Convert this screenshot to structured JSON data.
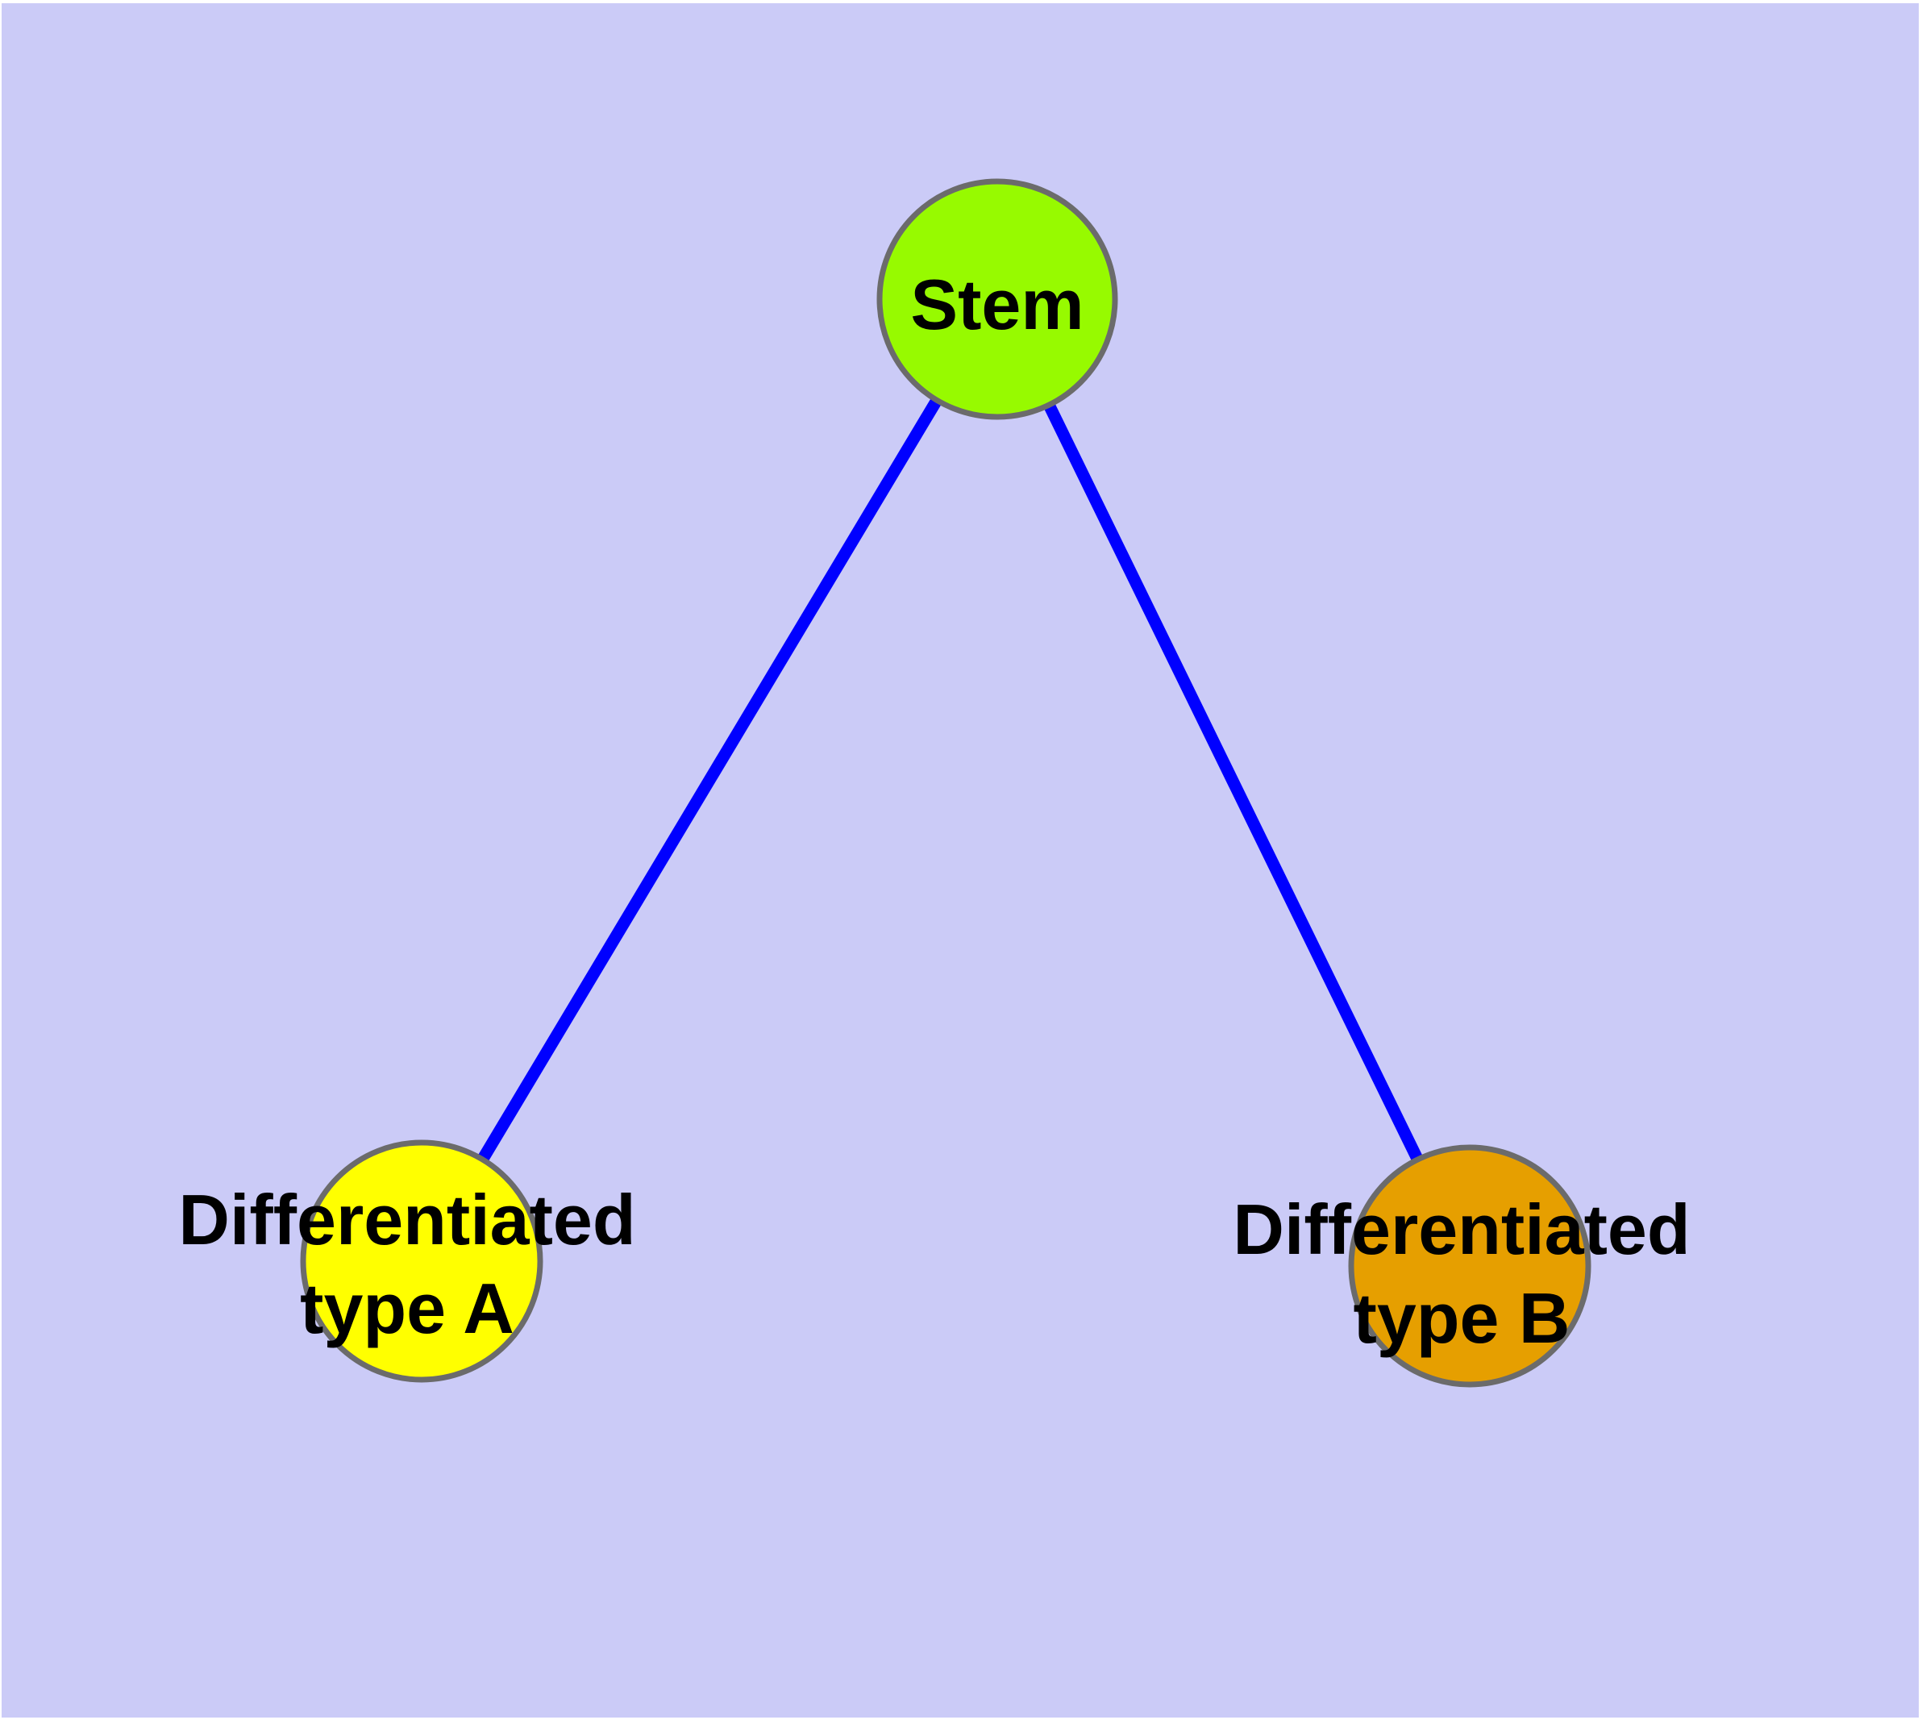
{
  "figure": {
    "panel_color": "#CBCBF7",
    "margin_color": "#FFFFFF",
    "edge_color": "#0000FF",
    "node_border_color": "#6B6B6B",
    "label_color": "#000000",
    "nodes": [
      {
        "id": "stem",
        "label": "Stem",
        "fill": "#97FA00"
      },
      {
        "id": "type-a",
        "label": "Differentiated\ntype A",
        "fill": "#FFFF00"
      },
      {
        "id": "type-b",
        "label": "Differentiated\ntype B",
        "fill": "#E69F00"
      }
    ],
    "edges": [
      {
        "from": "Stem",
        "to": "Differentiated type A"
      },
      {
        "from": "Stem",
        "to": "Differentiated type B"
      }
    ]
  }
}
